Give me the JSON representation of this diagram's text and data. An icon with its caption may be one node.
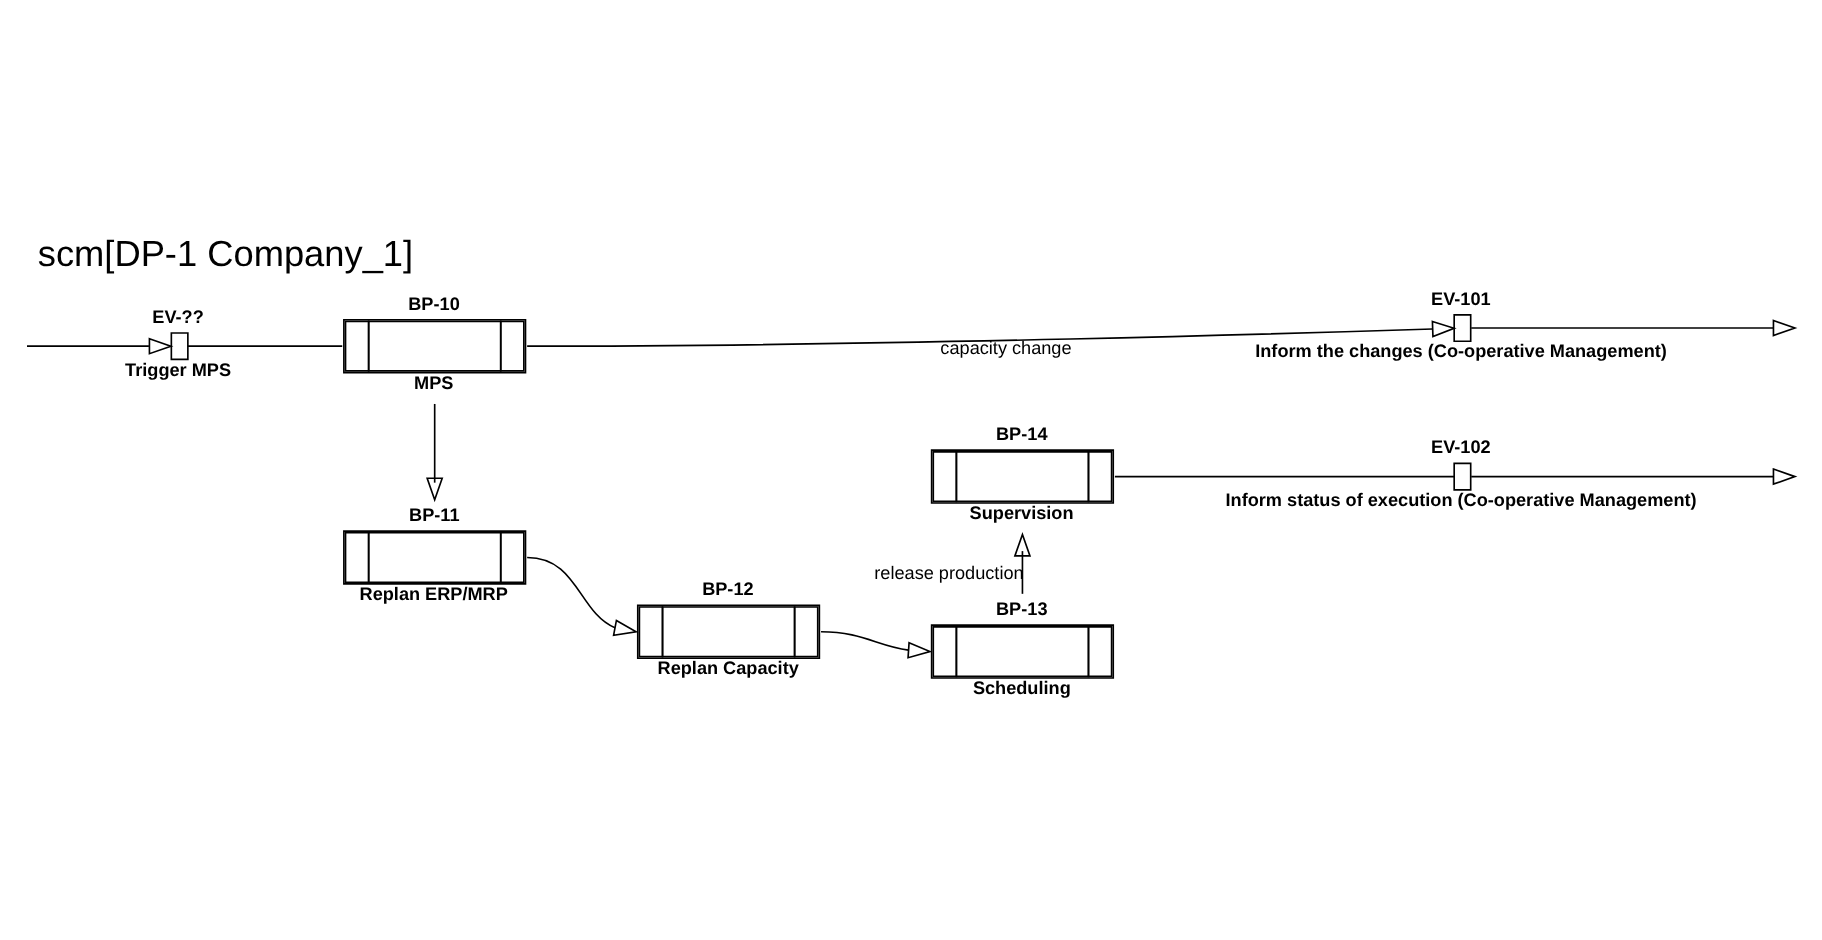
{
  "diagram": {
    "title": "scm[DP-1 Company_1]",
    "nodes": [
      {
        "text": [
          "EV-??",
          "Trigger MPS"
        ]
      },
      {
        "text": [
          "BP-10",
          "MPS"
        ]
      },
      {
        "text": [
          "EV-101",
          "Inform the changes (Co-operative Management)"
        ]
      },
      {
        "text": [
          "BP-14",
          "Supervision"
        ]
      },
      {
        "text": [
          "EV-102",
          "Inform status of execution (Co-operative Management)"
        ]
      },
      {
        "text": [
          "BP-11",
          "Replan ERP/MRP"
        ]
      },
      {
        "text": [
          "BP-12",
          "Replan Capacity"
        ]
      },
      {
        "text": [
          "BP-13",
          "Scheduling"
        ]
      }
    ],
    "edges": [
      {
        "from": null,
        "to": 0,
        "arrow": "to"
      },
      {
        "from": 0,
        "to": 1,
        "arrow": "none"
      },
      {
        "from": 1,
        "to": 2,
        "arrow": "to",
        "label": "capacity change"
      },
      {
        "from": 2,
        "to": null,
        "arrow": "to"
      },
      {
        "from": 3,
        "to": 4,
        "arrow": "none"
      },
      {
        "from": 4,
        "to": null,
        "arrow": "to"
      },
      {
        "from": 1,
        "to": 5,
        "arrow": "to"
      },
      {
        "from": 5,
        "to": 6,
        "arrow": "to"
      },
      {
        "from": 6,
        "to": 7,
        "arrow": "to"
      },
      {
        "from": 7,
        "to": 3,
        "arrow": "to",
        "label": "release production"
      }
    ]
  }
}
